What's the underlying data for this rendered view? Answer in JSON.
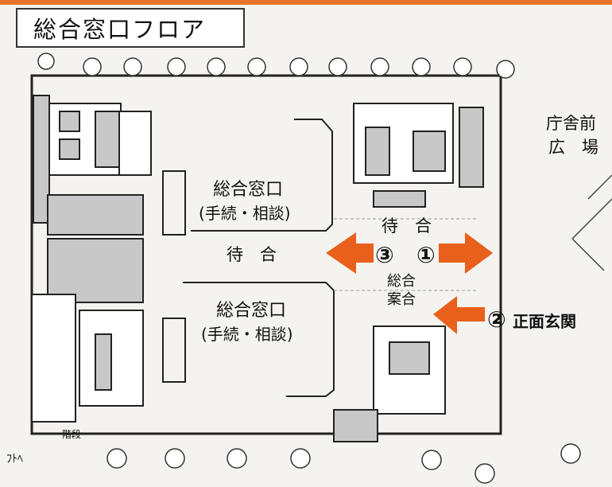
{
  "title": "総合窓口フロア",
  "labels": {
    "counter_upper": "総合窓口",
    "counter_upper_sub": "(手続・相談)",
    "waiting_center": "待　合",
    "counter_lower": "総合窓口",
    "counter_lower_sub": "(手続・相談)",
    "waiting_right": "待　合",
    "info_line1": "総合",
    "info_line2": "案合",
    "plaza_line1": "庁舎前",
    "plaza_line2": "広　場",
    "entrance": "正面玄関",
    "marker_1": "①",
    "marker_2": "②",
    "marker_3": "③",
    "stair_note": "階段",
    "bottom_note": "ﾌﾄﾍ"
  },
  "colors": {
    "arrow": "#e8601c",
    "accent_bar": "#e8742a",
    "wall": "#222222",
    "room_fill": "#c8c8c8",
    "floor": "#f4f3ef"
  }
}
